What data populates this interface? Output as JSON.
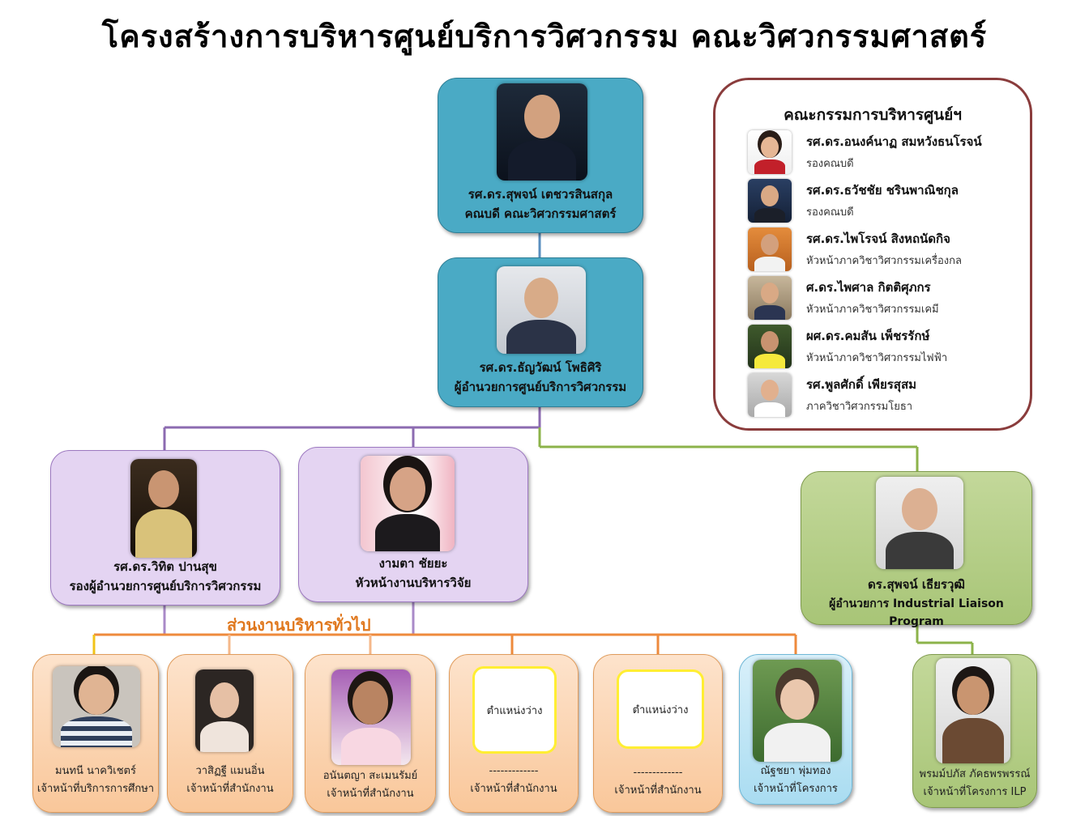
{
  "title": "โครงสร้างการบริหารศูนย์บริการวิศวกรรม คณะวิศวกรรมศาสตร์",
  "dean": {
    "name": "รศ.ดร.สุพจน์  เตชวรสินสกุล",
    "role": "คณบดี คณะวิศวกรรมศาสตร์"
  },
  "director": {
    "name": "รศ.ดร.ธัญวัฒน์  โพธิศิริ",
    "role": "ผู้อำนวยการศูนย์บริการวิศวกรรม"
  },
  "deputy": {
    "name": "รศ.ดร.วิทิต ปานสุข",
    "role": "รองผู้อำนวยการศูนย์บริการวิศวกรรม"
  },
  "research_head": {
    "name": "งามตา  ชัยยะ",
    "role": "หัวหน้างานบริหารวิจัย"
  },
  "ilp_director": {
    "name": "ดร.สุพจน์ เธียรวุฒิ",
    "role": "ผู้อำนวยการ  Industrial Liaison Program"
  },
  "section_label": "ส่วนงานบริหารทั่วไป",
  "staff": [
    {
      "name": "มนทนี นาควิเชตร์",
      "role": "เจ้าหน้าที่บริการการศึกษา"
    },
    {
      "name": "วาสิฏฐี แมนอิ่น",
      "role": "เจ้าหน้าที่สำนักงาน"
    },
    {
      "name": "อนันตญา สะเมนรัมย์",
      "role": "เจ้าหน้าที่สำนักงาน"
    },
    {
      "vacant": "ตำแหน่งว่าง",
      "name": "-------------",
      "role": "เจ้าหน้าที่สำนักงาน"
    },
    {
      "vacant": "ตำแหน่งว่าง",
      "name": "-------------",
      "role": "เจ้าหน้าที่สำนักงาน"
    },
    {
      "name": "ณัฐชยา พุ่มทอง",
      "role": "เจ้าหน้าที่โครงการ"
    },
    {
      "name": "พรมม์ปภัส ภัคธพรพรรณ์",
      "role": "เจ้าหน้าที่โครงการ ILP"
    }
  ],
  "committee": {
    "title": "คณะกรรมการบริหารศูนย์ฯ",
    "members": [
      {
        "name": "รศ.ดร.อนงค์นาฏ  สมหวังธนโรจน์",
        "role": "รองคณบดี"
      },
      {
        "name": "รศ.ดร.ธวัชชัย  ชรินพาณิชกุล",
        "role": "รองคณบดี"
      },
      {
        "name": "รศ.ดร.ไพโรจน์ สิงหถนัดกิจ",
        "role": "หัวหน้าภาควิชาวิศวกรรมเครื่องกล"
      },
      {
        "name": "ศ.ดร.ไพศาล  กิตติศุภกร",
        "role": "หัวหน้าภาควิชาวิศวกรรมเคมี"
      },
      {
        "name": "ผศ.ดร.คมสัน  เพ็ชรรักษ์",
        "role": "หัวหน้าภาควิชาวิศวกรรมไฟฟ้า"
      },
      {
        "name": "รศ.พูลศักดิ์  เพียรสุสม",
        "role": "ภาควิชาวิศวกรรมโยธา"
      }
    ]
  }
}
